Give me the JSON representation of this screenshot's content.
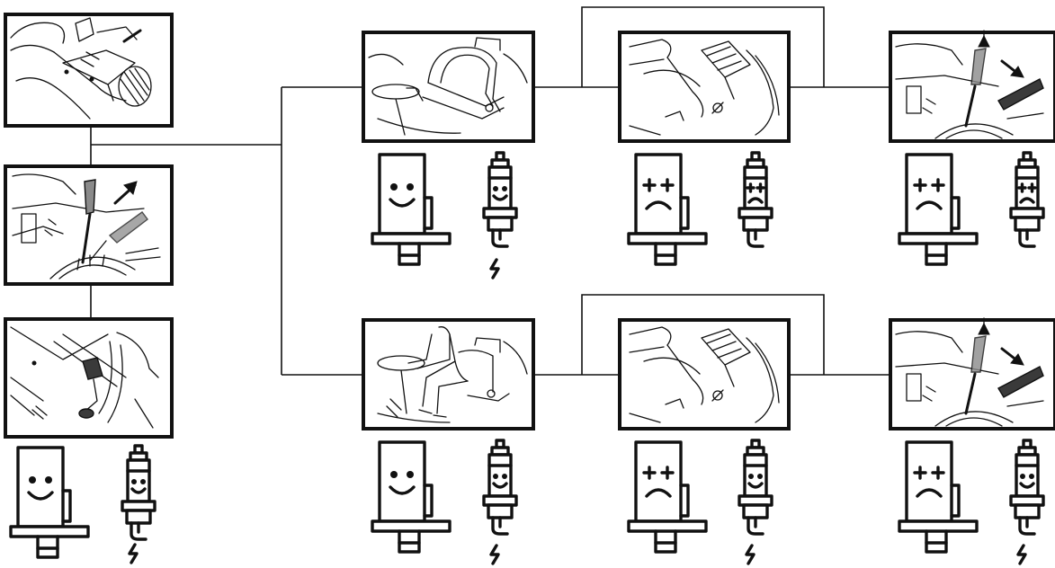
{
  "figure": {
    "panels": [
      {
        "id": "p1",
        "scene": "lever-area",
        "solenoid": null,
        "plug": null
      },
      {
        "id": "p2",
        "scene": "lever-pull",
        "solenoid": null,
        "plug": null
      },
      {
        "id": "p3",
        "scene": "brake-pedal",
        "solenoid": "happy",
        "plug": "happy-spark"
      },
      {
        "id": "p4",
        "scene": "empty-seat",
        "solenoid": "happy",
        "plug": "happy-spark"
      },
      {
        "id": "p5",
        "scene": "seat-switch",
        "solenoid": "sad",
        "plug": "sad"
      },
      {
        "id": "p6",
        "scene": "lever-push",
        "solenoid": "sad",
        "plug": "sad"
      },
      {
        "id": "p7",
        "scene": "driver-seated",
        "solenoid": "happy",
        "plug": "happy-spark"
      },
      {
        "id": "p8",
        "scene": "seat-switch",
        "solenoid": "sad",
        "plug": "happy-spark"
      },
      {
        "id": "p9",
        "scene": "lever-push",
        "solenoid": "sad",
        "plug": "happy-spark"
      }
    ],
    "colors": {
      "ink": "#111111",
      "background": "#ffffff",
      "grip": "#8a8a8a"
    }
  }
}
